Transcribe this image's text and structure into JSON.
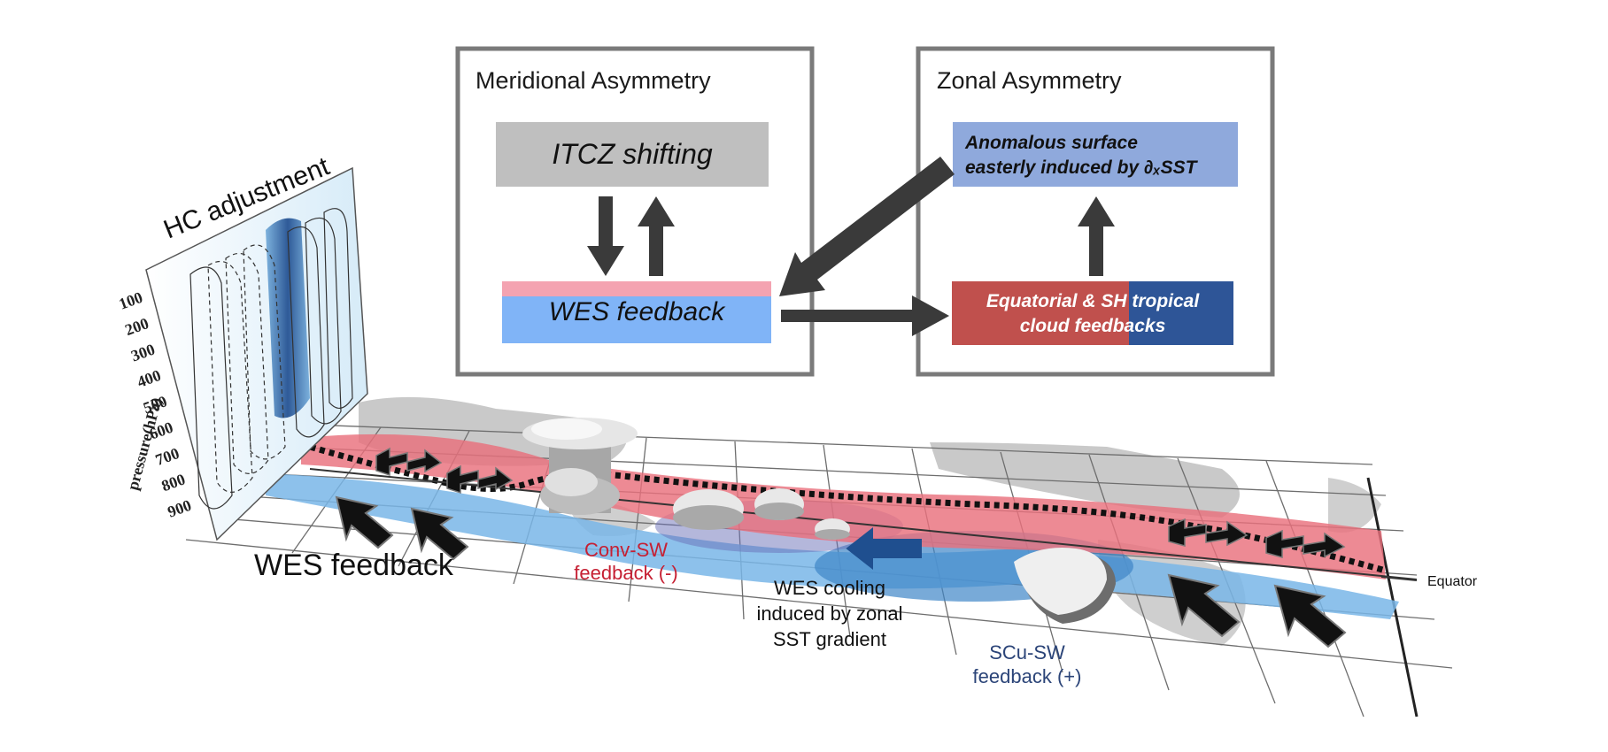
{
  "meridional_box": {
    "title": "Meridional Asymmetry",
    "itcz_label": "ITCZ shifting",
    "wes_label": "WES feedback"
  },
  "zonal_box": {
    "title": "Zonal Asymmetry",
    "easterly_line1": "Anomalous surface",
    "easterly_line2": "easterly induced by ∂ₓSST",
    "cloud_line1": "Equatorial & SH tropical",
    "cloud_line2": "cloud feedbacks"
  },
  "hc_panel": {
    "title": "HC adjustment",
    "y_axis_label": "pressure(hPa)",
    "pressure_ticks": [
      "100",
      "200",
      "300",
      "400",
      "500",
      "600",
      "700",
      "800",
      "900"
    ]
  },
  "map_labels": {
    "wes_feedback": "WES feedback",
    "conv_sw_line1": "Conv-SW",
    "conv_sw_line2": "feedback (-)",
    "wes_cooling_line1": "WES cooling",
    "wes_cooling_line2": "induced by zonal",
    "wes_cooling_line3": "SST gradient",
    "scu_sw_line1": "SCu-SW",
    "scu_sw_line2": "feedback (+)",
    "equator": "Equator"
  },
  "colors": {
    "box_border": "#7a7a7a",
    "itcz_fill": "#bfbfbf",
    "wes_fill": "#80b4f7",
    "wes_stripe": "#f4a3b1",
    "easterly_fill": "#8fa9dc",
    "cloud_red": "#c0504d",
    "cloud_blue": "#2e5597",
    "arrow": "#3a3a3a",
    "warm_band": "#e9707c",
    "cool_band": "#79b6e8"
  }
}
